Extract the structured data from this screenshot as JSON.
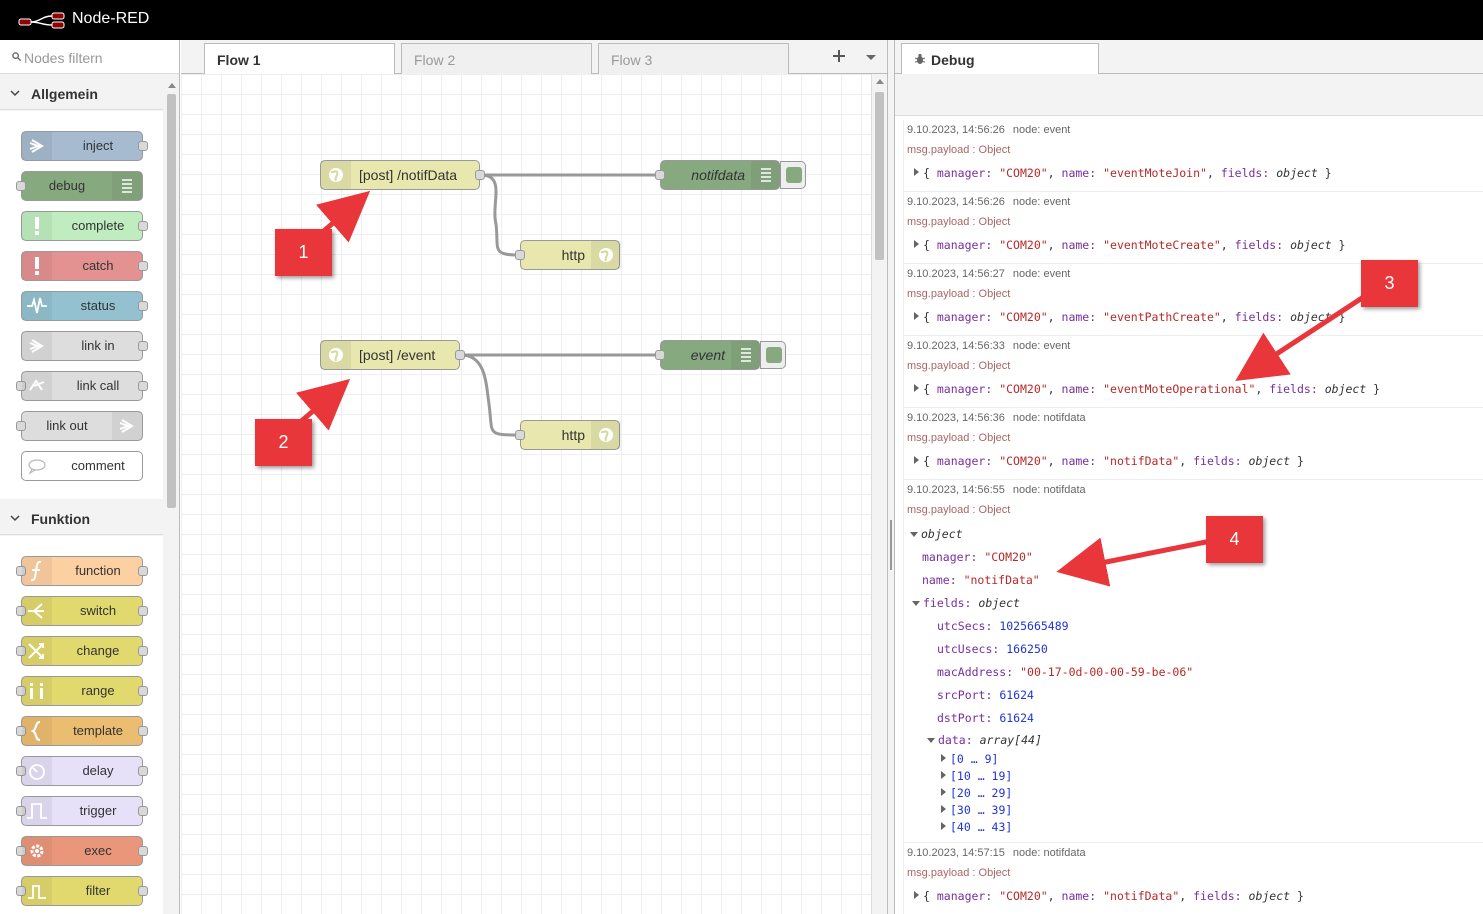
{
  "app": {
    "title": "Node-RED"
  },
  "palette": {
    "search_placeholder": "Nodes filtern",
    "categories": [
      {
        "label": "Allgemein",
        "nodes": [
          {
            "label": "inject",
            "color": "#a6bbcf",
            "icon": "inject-arrow-icon"
          },
          {
            "label": "debug",
            "color": "#87a980",
            "icon": "debug-list-icon"
          },
          {
            "label": "complete",
            "color": "#c0edc0",
            "icon": "alert-icon"
          },
          {
            "label": "catch",
            "color": "#e49191",
            "icon": "alert-icon"
          },
          {
            "label": "status",
            "color": "#94c1d0",
            "icon": "status-wave-icon"
          },
          {
            "label": "link in",
            "color": "#dddddd",
            "icon": "link-in-icon"
          },
          {
            "label": "link call",
            "color": "#dddddd",
            "icon": "link-call-icon"
          },
          {
            "label": "link out",
            "color": "#dddddd",
            "icon": "link-out-icon"
          },
          {
            "label": "comment",
            "color": "#ffffff",
            "icon": "comment-icon"
          }
        ]
      },
      {
        "label": "Funktion",
        "nodes": [
          {
            "label": "function",
            "color": "#fdd0a2",
            "icon": "function-icon"
          },
          {
            "label": "switch",
            "color": "#e2d96e",
            "icon": "switch-icon"
          },
          {
            "label": "change",
            "color": "#e2d96e",
            "icon": "change-icon"
          },
          {
            "label": "range",
            "color": "#e2d96e",
            "icon": "range-icon"
          },
          {
            "label": "template",
            "color": "#ebbd70",
            "icon": "template-icon"
          },
          {
            "label": "delay",
            "color": "#e6e0f8",
            "icon": "timer-icon"
          },
          {
            "label": "trigger",
            "color": "#e6e0f8",
            "icon": "trigger-icon"
          },
          {
            "label": "exec",
            "color": "#e9967a",
            "icon": "gear-icon"
          },
          {
            "label": "filter",
            "color": "#e2d96e",
            "icon": "filter-icon"
          }
        ]
      }
    ]
  },
  "workspace": {
    "tabs": [
      {
        "label": "Flow 1"
      },
      {
        "label": "Flow 2"
      },
      {
        "label": "Flow 3"
      }
    ],
    "active_tab": "Flow 1",
    "nodes": {
      "post_notif": "[post] /notifData",
      "debug_notif": "notifdata",
      "http1": "http",
      "post_event": "[post] /event",
      "debug_event": "event",
      "http2": "http"
    }
  },
  "annotations": {
    "one": "1",
    "two": "2",
    "three": "3",
    "four": "4",
    "color": "#e8363a"
  },
  "sidebar": {
    "tab_label": "Debug",
    "messages": [
      {
        "time": "9.10.2023, 14:56:26",
        "node": "node: event",
        "topic": "msg.payload : Object",
        "name": "\"eventMoteJoin\""
      },
      {
        "time": "9.10.2023, 14:56:26",
        "node": "node: event",
        "topic": "msg.payload : Object",
        "name": "\"eventMoteCreate\""
      },
      {
        "time": "9.10.2023, 14:56:27",
        "node": "node: event",
        "topic": "msg.payload : Object",
        "name": "\"eventPathCreate\""
      },
      {
        "time": "9.10.2023, 14:56:33",
        "node": "node: event",
        "topic": "msg.payload : Object",
        "name": "\"eventMoteOperational\""
      },
      {
        "time": "9.10.2023, 14:56:36",
        "node": "node: notifdata",
        "topic": "msg.payload : Object",
        "name": "\"notifData\""
      },
      {
        "time": "9.10.2023, 14:56:55",
        "node": "node: notifdata",
        "topic": "msg.payload : Object",
        "name": "\"notifData\""
      },
      {
        "time": "9.10.2023, 14:57:15",
        "node": "node: notifdata",
        "topic": "msg.payload : Object",
        "name": "\"notifData\""
      }
    ],
    "summary": {
      "open": "{",
      "manager_key": "manager:",
      "manager_val": "\"COM20\"",
      "name_key": "name:",
      "fields_key": "fields:",
      "fields_type": "object",
      "close": "}"
    },
    "expanded": {
      "root": "object",
      "manager_key": "manager:",
      "manager_val": "\"COM20\"",
      "name_key": "name:",
      "name_val": "\"notifData\"",
      "fields_key": "fields:",
      "fields_type": "object",
      "fields": [
        {
          "key": "utcSecs:",
          "val": "1025665489",
          "kind": "n"
        },
        {
          "key": "utcUsecs:",
          "val": "166250",
          "kind": "n"
        },
        {
          "key": "macAddress:",
          "val": "\"00-17-0d-00-00-59-be-06\"",
          "kind": "s"
        },
        {
          "key": "srcPort:",
          "val": "61624",
          "kind": "n"
        },
        {
          "key": "dstPort:",
          "val": "61624",
          "kind": "n"
        }
      ],
      "data_key": "data:",
      "data_type": "array[44]",
      "ranges": [
        "[0 … 9]",
        "[10 … 19]",
        "[20 … 29]",
        "[30 … 39]",
        "[40 … 43]"
      ]
    }
  }
}
